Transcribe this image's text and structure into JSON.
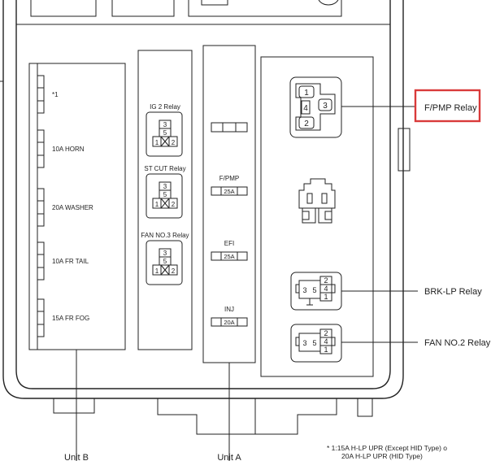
{
  "unit_b": {
    "label": "Unit B",
    "fuses": [
      {
        "label": "*1"
      },
      {
        "label": "10A HORN"
      },
      {
        "label": "20A WASHER"
      },
      {
        "label": "10A FR TAIL"
      },
      {
        "label": "15A FR FOG"
      }
    ]
  },
  "relays_small": [
    {
      "name": "IG 2 Relay",
      "pins": [
        "3",
        "5",
        "1",
        "2"
      ]
    },
    {
      "name": "ST CUT Relay",
      "pins": [
        "3",
        "5",
        "1",
        "2"
      ]
    },
    {
      "name": "FAN NO.3 Relay",
      "pins": [
        "3",
        "5",
        "1",
        "2"
      ]
    }
  ],
  "unit_a": {
    "label": "Unit A",
    "fuses": [
      {
        "name": "F/PMP",
        "rating": "25A"
      },
      {
        "name": "EFI",
        "rating": "25A"
      },
      {
        "name": "INJ",
        "rating": "20A"
      }
    ]
  },
  "fpmp_relay": {
    "label": "F/PMP Relay",
    "pins": [
      "1",
      "4",
      "3",
      "2"
    ],
    "highlight_color": "#d93a3a"
  },
  "brk_lp_relay": {
    "label": "BRK-LP Relay",
    "pins": [
      "3",
      "5",
      "2",
      "4",
      "1"
    ]
  },
  "fan2_relay": {
    "label": "FAN NO.2 Relay",
    "pins": [
      "3",
      "5",
      "2",
      "4",
      "1"
    ]
  },
  "footnote": {
    "line1": "* 1:15A H-LP UPR (Except HID Type) o",
    "line2": "20A H-LP UPR (HID Type)"
  }
}
